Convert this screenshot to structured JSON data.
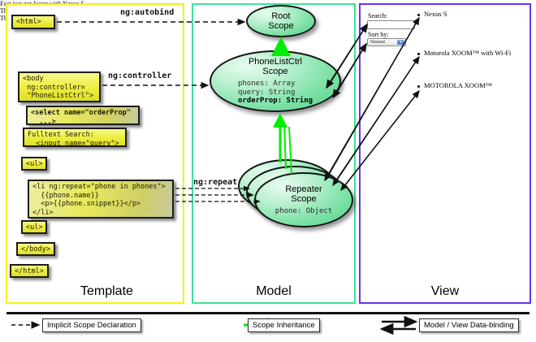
{
  "panels": {
    "template": {
      "label": "Template",
      "border_color": "#f2f20d"
    },
    "model": {
      "label": "Model",
      "border_color": "#3ae39a"
    },
    "view": {
      "label": "View",
      "border_color": "#6633ee"
    }
  },
  "template_code_boxes": [
    {
      "id": "html-open",
      "text": "<html>"
    },
    {
      "id": "body-open",
      "text": "<body\n ng:controller=\n \"PhoneListCtrl\">"
    },
    {
      "id": "select-tag",
      "text": "<select name=\"orderProp\"\n  ...>"
    },
    {
      "id": "search-input",
      "text": "Fulltext Search:\n  <input name=\"query\">"
    },
    {
      "id": "ul-open",
      "text": "<ul>"
    },
    {
      "id": "li-repeat",
      "text": "<li ng:repeat=\"phone in phones\">\n  {{phone.name}}\n  <p>{{phone.snippet}}</p>\n</li>"
    },
    {
      "id": "ul-close",
      "text": "<ul>"
    },
    {
      "id": "body-close",
      "text": "</body>"
    },
    {
      "id": "html-close",
      "text": "</html>"
    }
  ],
  "model_scopes": [
    {
      "id": "root-scope",
      "title": "Root\nScope",
      "properties": []
    },
    {
      "id": "phonelistctrl-scope",
      "title": "PhoneListCtrl\nScope",
      "properties": [
        "phones: Array",
        "query: String",
        "orderProp: String"
      ],
      "bold_property": "orderProp: String"
    },
    {
      "id": "repeater-scope",
      "title": "Repeater\nScope",
      "properties": [
        "phone: Object"
      ]
    }
  ],
  "arrow_labels": {
    "autobind": "ng:autobind",
    "controller": "ng:controller",
    "repeat": "ng:repeat"
  },
  "view": {
    "search_label": "Search:",
    "search_value": "",
    "sort_label": "Sort by:",
    "sort_value": "Newest",
    "phones": [
      {
        "name": "Nexus S",
        "snippet": "Fast just got faster with Nexus S."
      },
      {
        "name": "Motorola XOOM™  with Wi-Fi",
        "snippet": "The Next, Next Generation tablet."
      },
      {
        "name": "MOTOROLA XOOM™",
        "snippet": "The Next, Next Generation tablet."
      }
    ]
  },
  "legend": [
    {
      "id": "implicit-scope-declaration",
      "label": "Implicit Scope Declaration",
      "arrow": "dashed-black"
    },
    {
      "id": "scope-inheritance",
      "label": "Scope Inheritance",
      "arrow": "solid-green"
    },
    {
      "id": "model-view-data-binding",
      "label": "Model / View Data-binding",
      "arrow": "double-black"
    }
  ],
  "colors": {
    "scope_green": "#7fe2a8",
    "inheritance_green": "#00ee00",
    "code_yellow": "#eded3e",
    "arrow_black": "#111111"
  }
}
